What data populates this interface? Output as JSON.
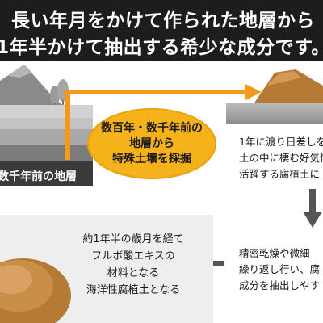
{
  "header": {
    "line1": "長い年月をかけて作られた地層から",
    "line2": "1年半かけて抽出する希少な成分です。"
  },
  "stratum_label": "数千年前の地層",
  "step_bubble": {
    "lines": [
      "数百年・数千年前の",
      "地層から",
      "特殊土壌を採掘"
    ]
  },
  "step_aging": {
    "lines": [
      "1年に渡り日差しを",
      "土の中に棲む好気性",
      "活躍する腐植土に"
    ]
  },
  "step_extract": {
    "lines": [
      "精密乾燥や微細",
      "繰り返し行い、腐",
      "成分を抽出しやす"
    ]
  },
  "step_result": {
    "lines": [
      "約1年半の歳月を経て",
      "フルボ酸エキスの",
      "材料となる",
      "海洋性腐植土となる"
    ]
  },
  "colors": {
    "header_bg": "#1d1d1d",
    "accent_orange": "#f39a1c",
    "bubble_yellow": "#f6b21b",
    "arrow_gray": "#555555",
    "soil_brown": "#b57a35"
  }
}
